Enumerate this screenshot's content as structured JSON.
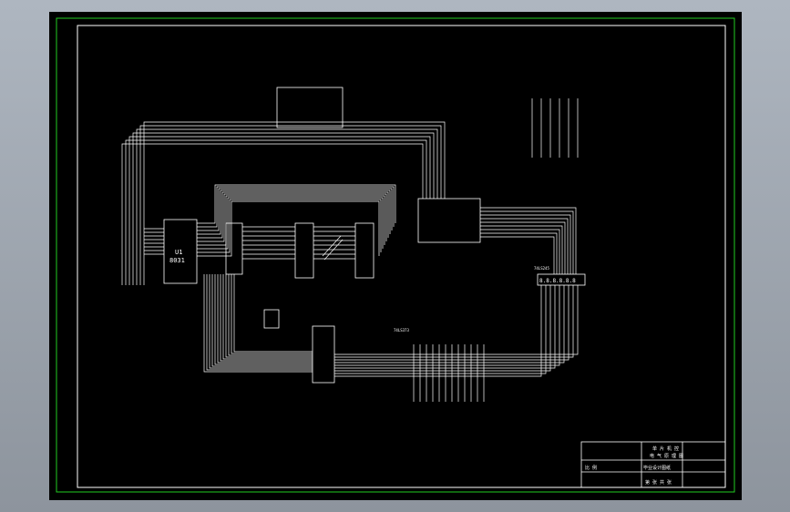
{
  "colors": {
    "background": "#9ea5ae",
    "sheet": "#000000",
    "outer_border": "#22cc22",
    "wiring": "#ffffff"
  },
  "labels": {
    "mcu_ref": "U1",
    "mcu_part": "8031",
    "latch_part": "74LS373",
    "buffer_part": "74LS245",
    "display_label": "8.8.8.8.8.8"
  },
  "title_block": {
    "line1": "单 片 机 控",
    "line2": "电 气 原 理 图",
    "drawing_no": "毕业设计图纸",
    "scale": "比 例",
    "sheet": "第 张 共 张"
  }
}
